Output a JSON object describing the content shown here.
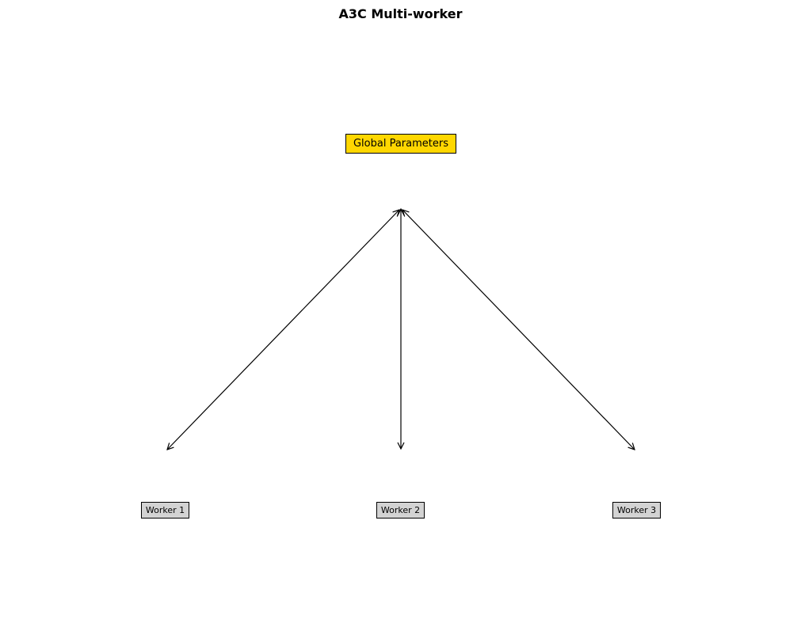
{
  "title": "A3C Multi-worker",
  "global_node": {
    "label": "Global Parameters",
    "color": "#ffd700"
  },
  "workers": [
    {
      "label": "Worker 1"
    },
    {
      "label": "Worker 2"
    },
    {
      "label": "Worker 3"
    }
  ],
  "worker_color": "#d3d3d3",
  "connections": [
    {
      "from": "Global Parameters",
      "to": "Worker 1",
      "bidirectional": true
    },
    {
      "from": "Global Parameters",
      "to": "Worker 2",
      "bidirectional": true
    },
    {
      "from": "Global Parameters",
      "to": "Worker 3",
      "bidirectional": true
    }
  ]
}
